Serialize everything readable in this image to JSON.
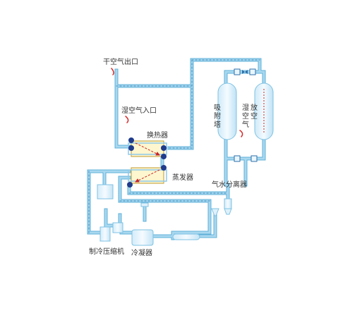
{
  "labels": {
    "dry_air_outlet": "干空气出口",
    "wet_air_inlet": "湿空气入口",
    "heat_exchanger": "换热器",
    "evaporator": "蒸发器",
    "adsorption_tower": "吸附塔",
    "wet_air_release": "湿空气放空",
    "water_separator": "气水分离器",
    "refrigeration_compressor": "制冷压缩机",
    "condenser": "冷凝器"
  },
  "colors": {
    "pipe": "#a9d8ef",
    "pipe_edge": "#5fb0d8",
    "pipe_dash": "#3f8fc0",
    "vessel": "#dff1fb",
    "exchanger_fill": "#fdf6cf",
    "exchanger_edge": "#c9a94a",
    "flange": "#1f3b8c",
    "flow_arrow": "#cc2222",
    "inlet_mark": "#d42a2a"
  },
  "icons": {
    "inlet_mark": "curved-arrow-icon",
    "flange": "flange-cap-icon"
  }
}
